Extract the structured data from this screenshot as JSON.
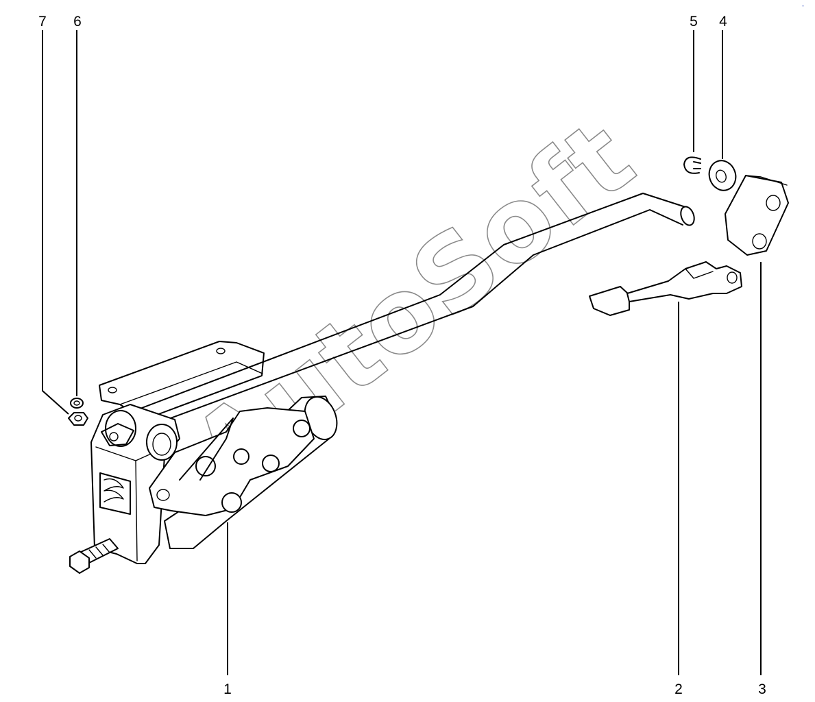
{
  "callouts": [
    {
      "id": "1",
      "label": "1"
    },
    {
      "id": "2",
      "label": "2"
    },
    {
      "id": "3",
      "label": "3"
    },
    {
      "id": "4",
      "label": "4"
    },
    {
      "id": "5",
      "label": "5"
    },
    {
      "id": "6",
      "label": "6"
    },
    {
      "id": "7",
      "label": "7"
    }
  ],
  "watermark": {
    "text": "AutoSoft",
    "color": "#8a8a8a"
  },
  "corner_mark": {
    "text": "°"
  },
  "colors": {
    "line": "#000000",
    "background": "#ffffff"
  }
}
